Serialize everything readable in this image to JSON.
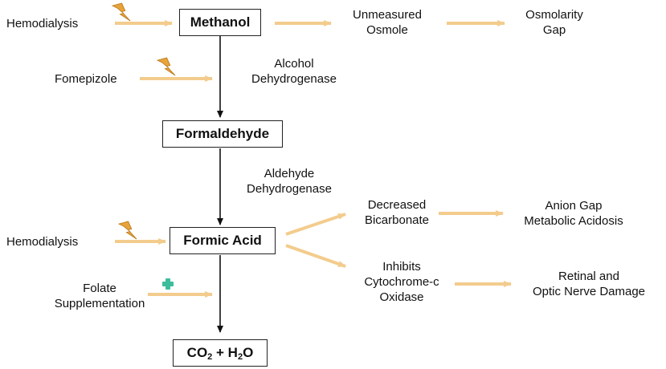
{
  "boxes": {
    "methanol": "Methanol",
    "formaldehyde": "Formaldehyde",
    "formic_acid": "Formic Acid",
    "products": {
      "co": "CO",
      "two_a": "2",
      "plus_h": " + H",
      "two_b": "2",
      "o": "O"
    }
  },
  "enzymes": {
    "adh": [
      "Alcohol",
      "Dehydrogenase"
    ],
    "aldh": [
      "Aldehyde",
      "Dehydrogenase"
    ]
  },
  "interventions": {
    "hemodialysis_top": "Hemodialysis",
    "fomepizole": "Fomepizole",
    "hemodialysis_bottom": "Hemodialysis",
    "folate": [
      "Folate",
      "Supplementation"
    ]
  },
  "effects": {
    "unmeasured_osmole": [
      "Unmeasured",
      "Osmole"
    ],
    "osmolarity_gap": [
      "Osmolarity",
      "Gap"
    ],
    "decreased_bicarbonate": [
      "Decreased",
      "Bicarbonate"
    ],
    "anion_gap": [
      "Anion Gap",
      "Metabolic Acidosis"
    ],
    "inhibits_cox": [
      "Inhibits",
      "Cytochrome-c",
      "Oxidase"
    ],
    "retinal_damage": [
      "Retinal and",
      "Optic Nerve Damage"
    ]
  },
  "icons": {
    "inhibitor": "lightning-bolt-icon",
    "supplement": "green-plus-icon"
  },
  "colors": {
    "pathway_arrow": "#f3cc8d",
    "main_arrow": "#111111",
    "lightning": "#e8a33a",
    "plus": "#3dbd9b"
  }
}
